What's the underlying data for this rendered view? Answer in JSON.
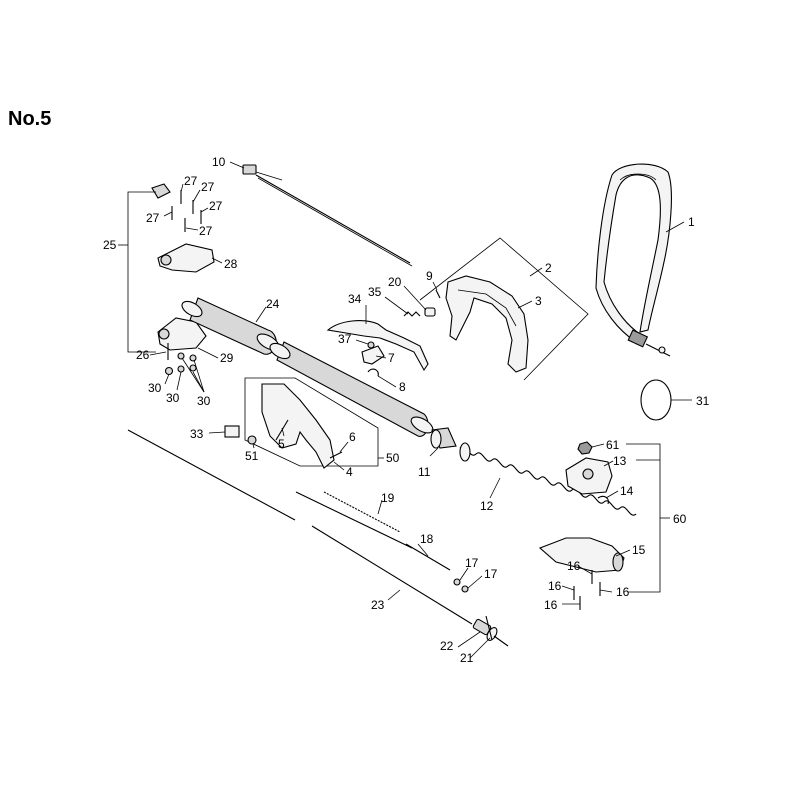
{
  "title": "No.5",
  "labels": [
    "1",
    "2",
    "3",
    "4",
    "5",
    "6",
    "7",
    "8",
    "9",
    "10",
    "11",
    "12",
    "13",
    "14",
    "15",
    "16",
    "16",
    "16",
    "16",
    "17",
    "17",
    "18",
    "19",
    "20",
    "21",
    "22",
    "23",
    "24",
    "25",
    "26",
    "27",
    "27",
    "27",
    "27",
    "27",
    "28",
    "29",
    "30",
    "30",
    "30",
    "31",
    "33",
    "34",
    "35",
    "37",
    "50",
    "51",
    "60",
    "61"
  ]
}
